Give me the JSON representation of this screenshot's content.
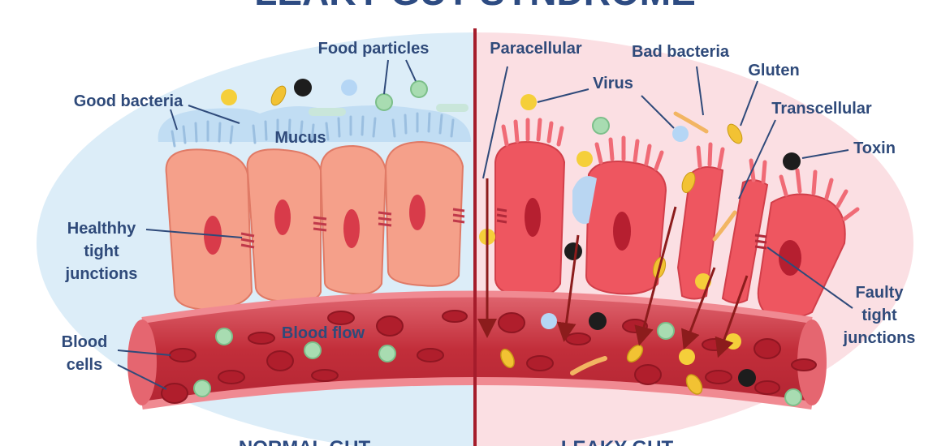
{
  "diagram": {
    "title": "LEAKY GUT SYNDROME",
    "left_section": "NORMAL GUT",
    "right_section": "LEAKY GUT",
    "labels": {
      "food_particles": "Food particles",
      "good_bacteria": "Good bacteria",
      "mucus": "Mucus",
      "healthy_tight": "Healthhy",
      "healthy_tight2": "tight",
      "healthy_tight3": "junctions",
      "blood_cells": "Blood",
      "blood_cells2": "cells",
      "blood_flow": "Blood flow",
      "paracellular": "Paracellular",
      "virus": "Virus",
      "bad_bacteria": "Bad bacteria",
      "gluten": "Gluten",
      "transcellular": "Transcellular",
      "toxin": "Toxin",
      "faulty1": "Faulty",
      "faulty2": "tight",
      "faulty3": "junctions"
    },
    "colors": {
      "normal_background": "#dcedf8",
      "leaky_background": "#fbdfe3",
      "healthy_cell": "#f5a08a",
      "leaky_cell": "#ee5660",
      "mucus": "#bcd9f2",
      "vessel": "#c9333f",
      "divider": "#a51c2b",
      "label": "#2f4a7a"
    }
  }
}
